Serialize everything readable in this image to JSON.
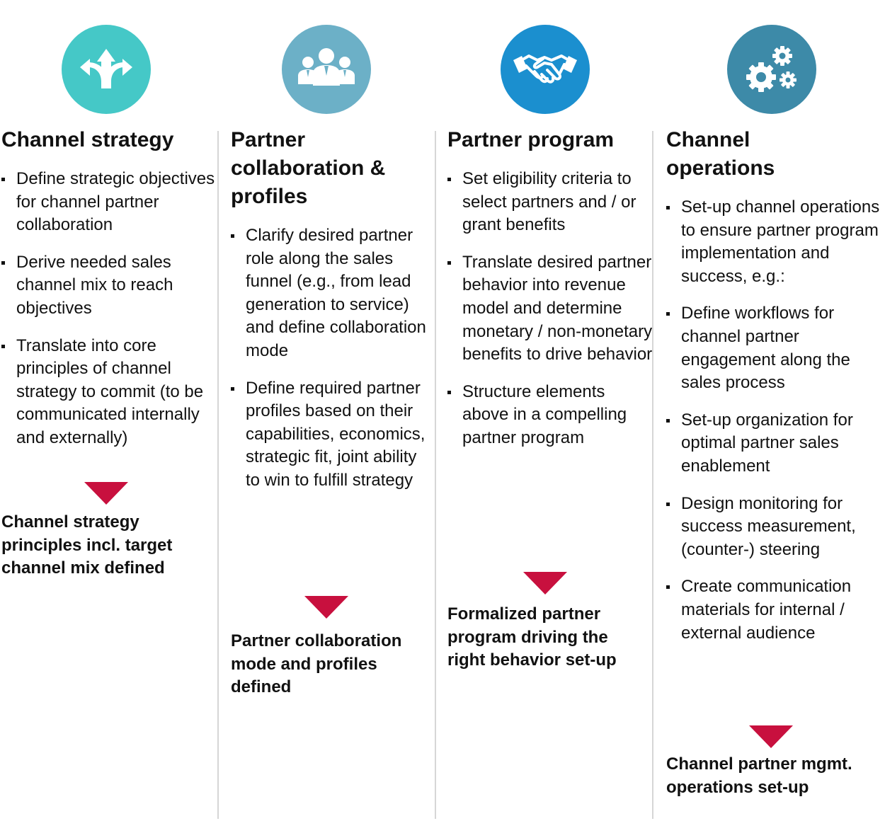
{
  "columns": [
    {
      "icon": "split-arrows-icon",
      "icon_color": "#45c8c7",
      "title": "Channel strategy",
      "bullets": [
        "Define strategic objectives for channel partner collaboration",
        "Derive needed sales channel mix to reach objectives",
        "Translate into core principles of channel strategy to commit (to be communicated internally and externally)"
      ],
      "outcome": "Channel strategy principles incl. target channel mix defined"
    },
    {
      "icon": "people-group-icon",
      "icon_color": "#6cb0c7",
      "title": "Partner collaboration & profiles",
      "bullets": [
        "Clarify desired partner role along the sales funnel (e.g., from lead generation to service) and define collaboration mode",
        "Define required partner profiles based on their capabilities, economics, strategic fit, joint ability to win to fulfill strategy"
      ],
      "outcome": "Partner collaboration mode and profiles defined"
    },
    {
      "icon": "handshake-icon",
      "icon_color": "#1b8fcf",
      "title": "Partner program",
      "bullets": [
        "Set eligibility criteria to select partners and / or grant benefits",
        "Translate desired partner behavior into revenue model and determine monetary / non-monetary benefits to drive behavior",
        "Structure elements above in a compelling partner program"
      ],
      "outcome": "Formalized partner program driving the right behavior set-up"
    },
    {
      "icon": "gears-icon",
      "icon_color": "#3d8aa8",
      "title": "Channel operations",
      "bullets": [
        "Set-up channel operations to ensure partner program implementation and success, e.g.:",
        "Define workflows for channel partner engagement along the sales process",
        "Set-up organization for optimal partner sales enablement",
        "Design monitoring for success measurement, (counter-) steering",
        "Create communication materials for internal / external audience"
      ],
      "outcome": "Channel partner mgmt. operations set-up"
    }
  ],
  "colors": {
    "arrow": "#c8103e",
    "divider": "#d6d6d6",
    "text": "#111111"
  }
}
